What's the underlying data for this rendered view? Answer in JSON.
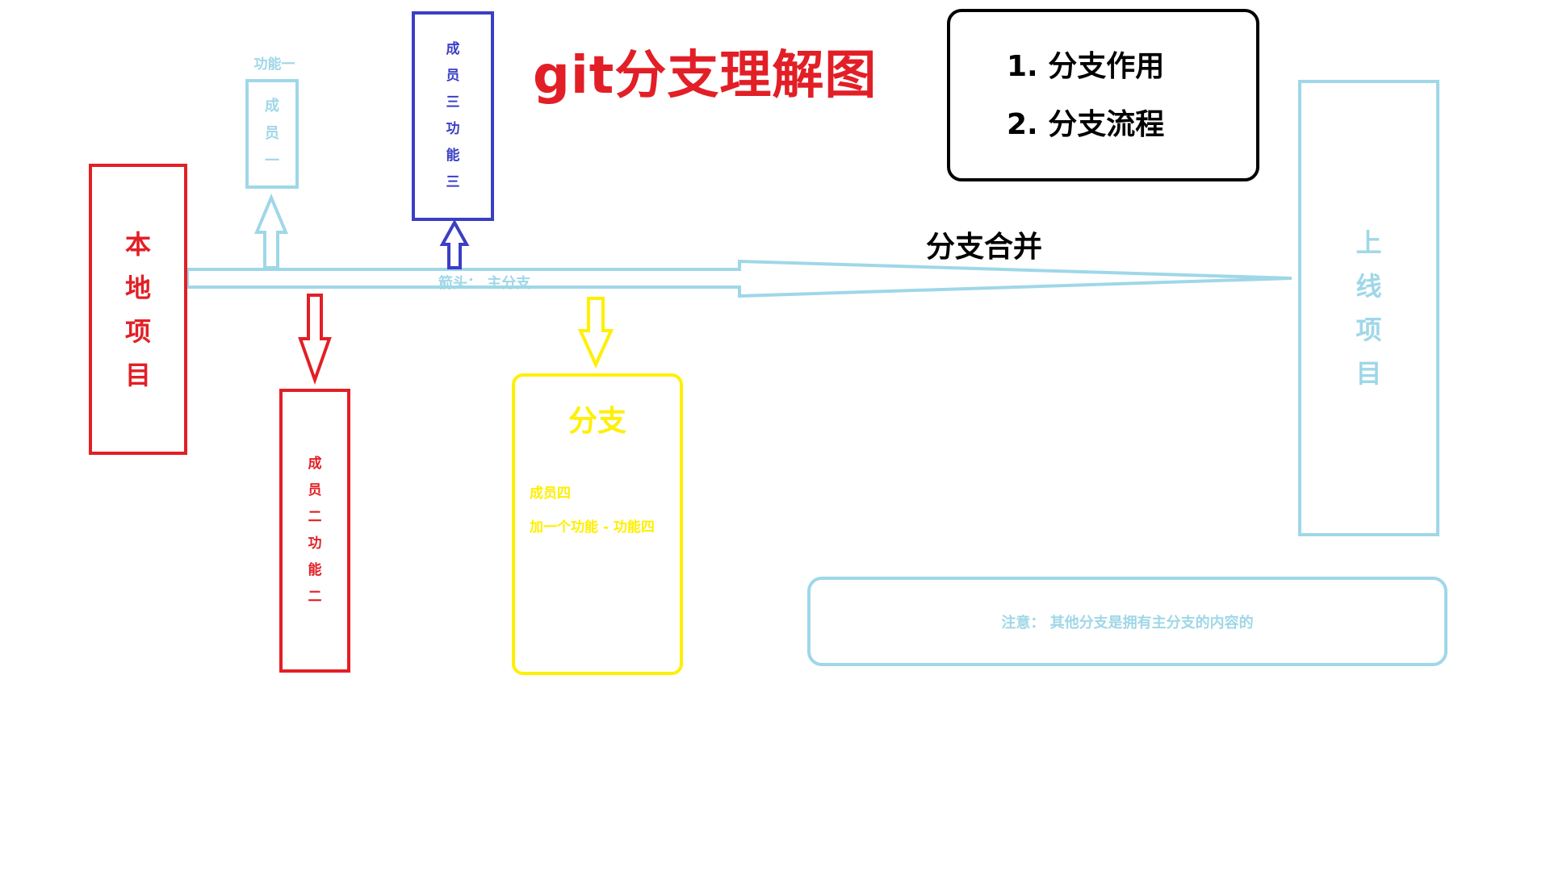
{
  "diagram": {
    "title": "git分支理解图",
    "local_project": {
      "chars": [
        "本",
        "地",
        "项",
        "目"
      ]
    },
    "feature_one": {
      "caption": "功能一",
      "chars": [
        "成",
        "员",
        "一"
      ]
    },
    "member_three": {
      "chars": [
        "成",
        "员",
        "三",
        "功",
        "能",
        "三"
      ]
    },
    "member_two": {
      "chars": [
        "成",
        "员",
        "二",
        "功",
        "能",
        "二"
      ]
    },
    "branch_box": {
      "title": "分支",
      "line1": "成员四",
      "line2": "加一个功能 - 功能四"
    },
    "arrow_caption": "箭头： 主分支",
    "merge_label": "分支合并",
    "info_box": {
      "item1": "1. 分支作用",
      "item2": "2. 分支流程"
    },
    "online_project": {
      "chars": [
        "上",
        "线",
        "项",
        "目"
      ]
    },
    "note": "注意： 其他分支是拥有主分支的内容的"
  },
  "colors": {
    "red": "#e21f26",
    "light_blue": "#9fd7e8",
    "dark_blue": "#3a3fc4",
    "yellow": "#ffef00",
    "black": "#000000"
  }
}
